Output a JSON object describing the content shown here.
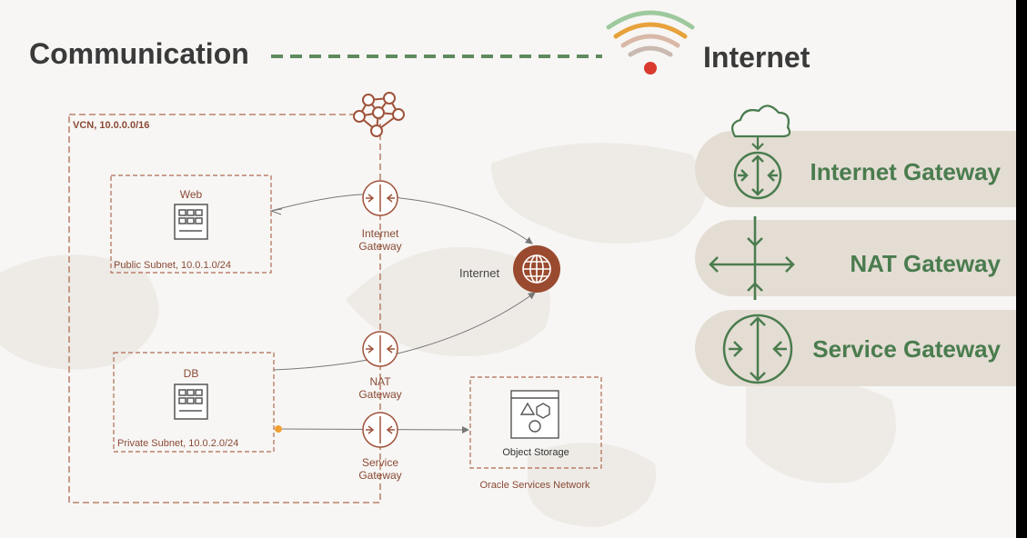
{
  "header": {
    "left_title": "Communication",
    "right_title": "Internet"
  },
  "diagram": {
    "vcn_label": "VCN, 10.0.0.0/16",
    "web_label": "Web",
    "public_subnet_label": "Public Subnet, 10.0.1.0/24",
    "db_label": "DB",
    "private_subnet_label": "Private Subnet, 10.0.2.0/24",
    "internet_gateway_label_1": "Internet",
    "internet_gateway_label_2": "Gateway",
    "nat_gateway_label_1": "NAT",
    "nat_gateway_label_2": "Gateway",
    "service_gateway_label_1": "Service",
    "service_gateway_label_2": "Gateway",
    "internet_label": "Internet",
    "object_storage_label": "Object Storage",
    "oracle_services_label": "Oracle Services Network"
  },
  "legend": {
    "internet_gateway": "Internet Gateway",
    "nat_gateway": "NAT Gateway",
    "service_gateway": "Service Gateway"
  },
  "colors": {
    "diagram_accent": "#a0523a",
    "legend_green": "#4a7c4e",
    "dash_green": "#5e8a5e",
    "pill_bg": "#e4ddd4",
    "globe_fill": "#9a4a2e",
    "dot_orange": "#f0a030"
  }
}
